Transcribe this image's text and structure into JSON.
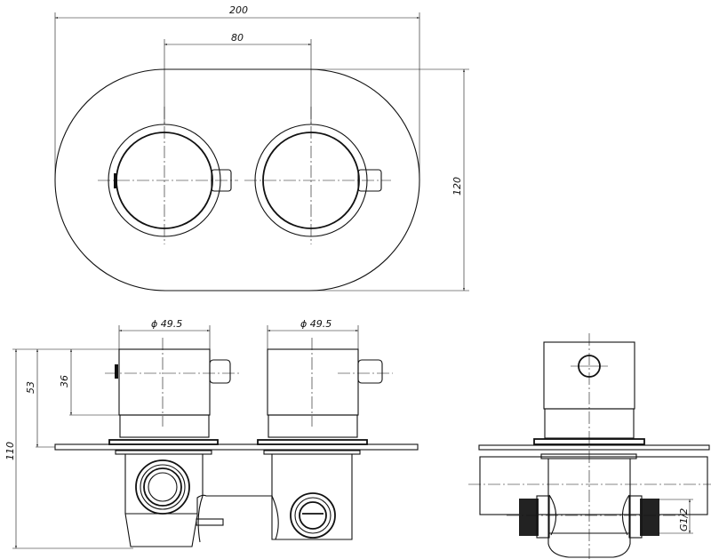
{
  "title": "Thermostatic concealed shower valve — technical drawing",
  "dimensions": {
    "overall_width": "200",
    "knob_spacing": "80",
    "overall_height": "120",
    "knob_diameter_left": "ϕ 49.5",
    "knob_diameter_right": "ϕ 49.5",
    "protrusion_total": "53",
    "knob_height": "36",
    "total_depth": "110",
    "thread": "G1/2"
  },
  "colors": {
    "line": "#111111",
    "background": "#ffffff"
  }
}
